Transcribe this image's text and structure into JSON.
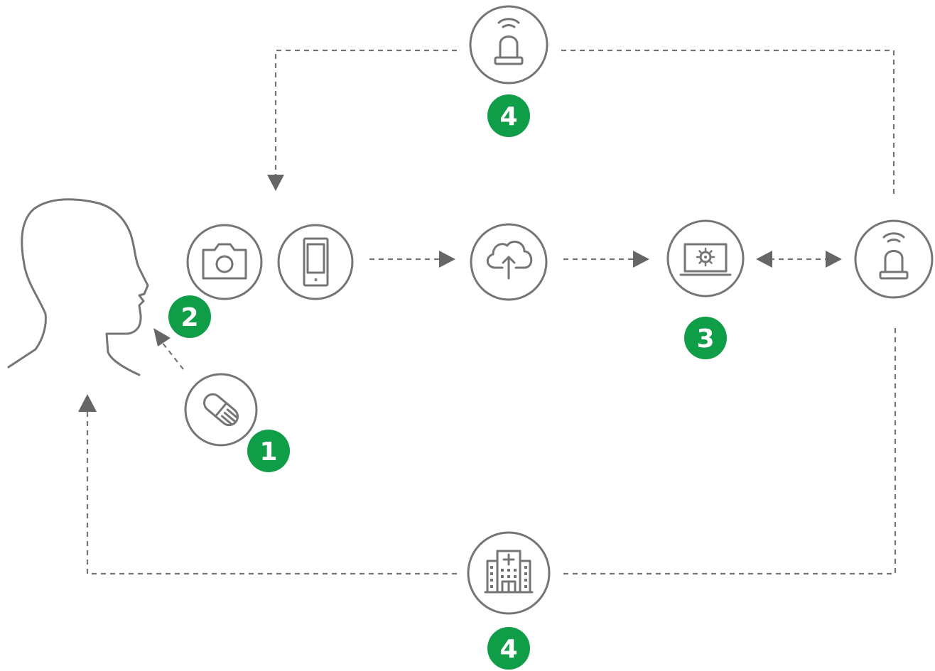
{
  "colors": {
    "icon_stroke": "#757575",
    "arrow": "#666666",
    "badge_green": "#0f9d47",
    "badge_text": "#ffffff",
    "background": "#ffffff"
  },
  "icons": {
    "patient": "person-head-profile-icon",
    "pill": "pill-capsule-icon",
    "camera": "camera-icon",
    "phone": "smartphone-icon",
    "cloud": "cloud-upload-icon",
    "laptop": "laptop-settings-icon",
    "alarm_right": "alarm-bell-icon",
    "alarm_top": "alarm-bell-icon",
    "hospital": "hospital-building-icon"
  },
  "badges": {
    "pill": "1",
    "capture": "2",
    "processing": "3",
    "alert": "4",
    "hospital": "4"
  }
}
